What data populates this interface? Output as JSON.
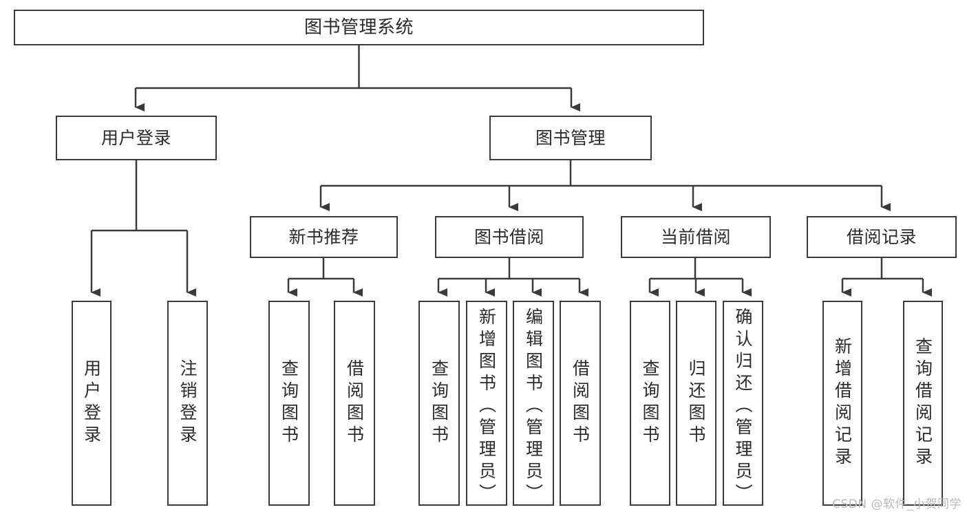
{
  "diagram": {
    "title": "图书管理系统",
    "type": "hierarchy-tree",
    "colors": {
      "background": "#ffffff",
      "box_border": "#3a3a3a",
      "text": "#2b2b2b",
      "connector": "#3a3a3a",
      "watermark": "#b9b9b9"
    },
    "levels": {
      "root": {
        "label": "图书管理系统"
      },
      "level2": [
        {
          "id": "user-login",
          "label": "用户登录"
        },
        {
          "id": "book-manage",
          "label": "图书管理"
        }
      ],
      "level3": [
        {
          "id": "new-book-rec",
          "label": "新书推荐"
        },
        {
          "id": "book-borrow",
          "label": "图书借阅"
        },
        {
          "id": "current-borrow",
          "label": "当前借阅"
        },
        {
          "id": "borrow-record",
          "label": "借阅记录"
        }
      ],
      "leaves": {
        "user-login": [
          {
            "id": "leaf-user-login",
            "label": "用户登录"
          },
          {
            "id": "leaf-logout",
            "label": "注销登录"
          }
        ],
        "new-book-rec": [
          {
            "id": "leaf-query-book-1",
            "label": "查询图书"
          },
          {
            "id": "leaf-borrow-book-1",
            "label": "借阅图书"
          }
        ],
        "book-borrow": [
          {
            "id": "leaf-query-book-2",
            "label": "查询图书"
          },
          {
            "id": "leaf-add-book",
            "label": "新增图书（管理员）"
          },
          {
            "id": "leaf-edit-book",
            "label": "编辑图书（管理员）"
          },
          {
            "id": "leaf-borrow-book-2",
            "label": "借阅图书"
          }
        ],
        "current-borrow": [
          {
            "id": "leaf-query-book-3",
            "label": "查询图书"
          },
          {
            "id": "leaf-return-book",
            "label": "归还图书"
          },
          {
            "id": "leaf-confirm-return",
            "label": "确认归还（管理员）"
          }
        ],
        "borrow-record": [
          {
            "id": "leaf-add-record",
            "label": "新增借阅记录"
          },
          {
            "id": "leaf-query-record",
            "label": "查询借阅记录"
          }
        ]
      }
    }
  },
  "watermark": {
    "text": "CSDN @软件_小贺同学"
  }
}
